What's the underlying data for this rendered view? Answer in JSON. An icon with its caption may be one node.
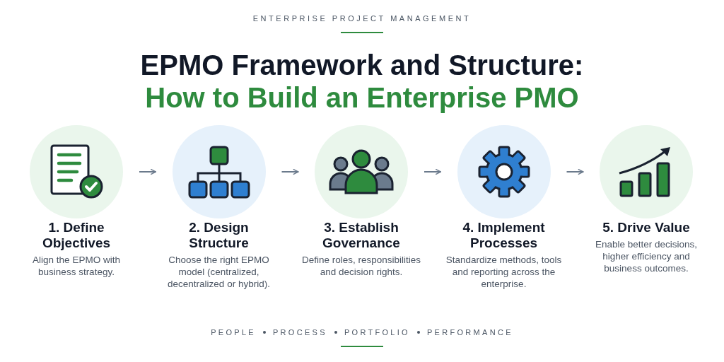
{
  "diagram": {
    "title": "EPMO Framework and Structure:",
    "nodes": [
      {
        "text": [
          "1. Define Objectives",
          "Align the EPMO with business strategy."
        ]
      },
      {
        "text": [
          "2. Design Structure",
          "Choose the right EPMO model (centralized, decentralized or hybrid)."
        ]
      },
      {
        "text": [
          "3. Establish Governance",
          "Define roles, responsibilities and decision rights."
        ]
      },
      {
        "text": [
          "4. Implement Processes",
          "Standardize methods, tools and reporting across the enterprise."
        ]
      },
      {
        "text": [
          "5. Drive Value",
          "Enable better decisions, higher efficiency and business outcomes."
        ]
      }
    ],
    "edges": [
      {
        "from": 0,
        "to": 1,
        "arrow": "to"
      },
      {
        "from": 1,
        "to": 2,
        "arrow": "to"
      },
      {
        "from": 2,
        "to": 3,
        "arrow": "to"
      },
      {
        "from": 3,
        "to": 4,
        "arrow": "to"
      }
    ],
    "labels": [
      "ENTERPRISE PROJECT MANAGEMENT",
      "How to Build an Enterprise PMO",
      "PEOPLE",
      "PROCESS",
      "PORTFOLIO",
      "PERFORMANCE"
    ]
  }
}
